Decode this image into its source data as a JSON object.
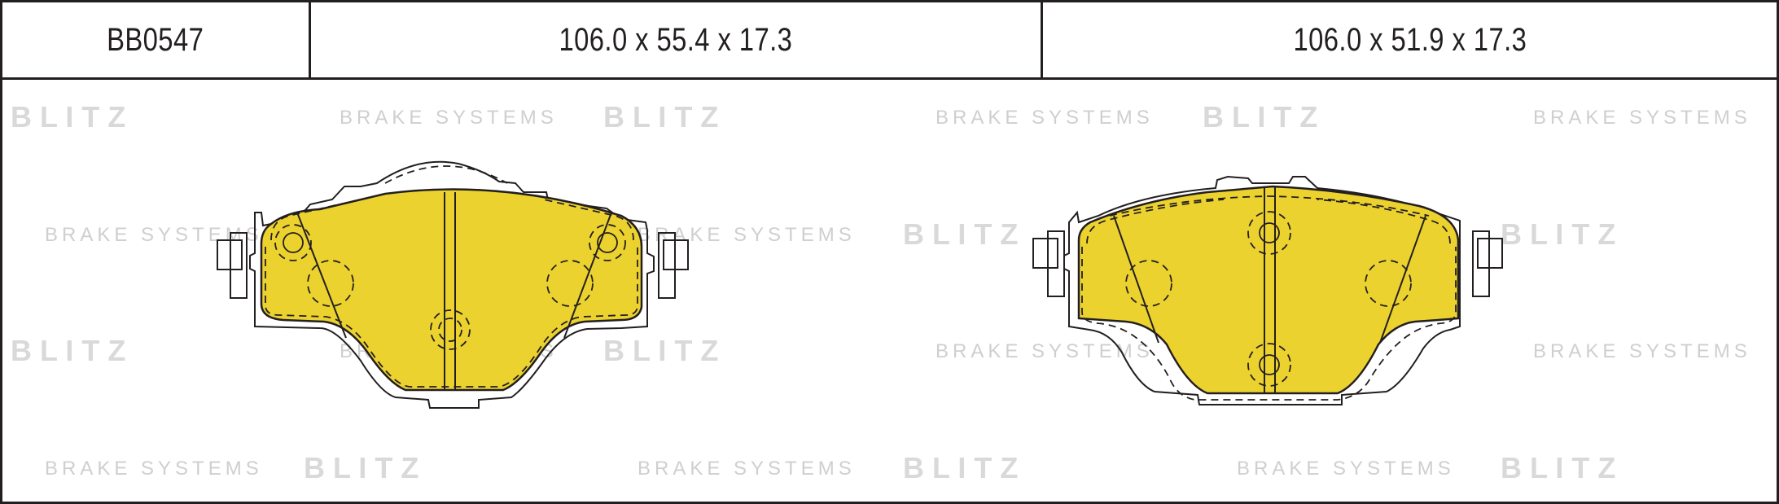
{
  "header": {
    "part_code": "BB0547",
    "dims_left": "106.0 x 55.4 x 17.3",
    "dims_right": "106.0 x 51.9 x 17.3"
  },
  "watermark": {
    "brand": "B L I T Z",
    "tagline": "BRAKE SYSTEMS"
  },
  "colors": {
    "pad_fill": "#ecd22f",
    "outline": "#231f20",
    "watermark": "#d9d9d9"
  }
}
